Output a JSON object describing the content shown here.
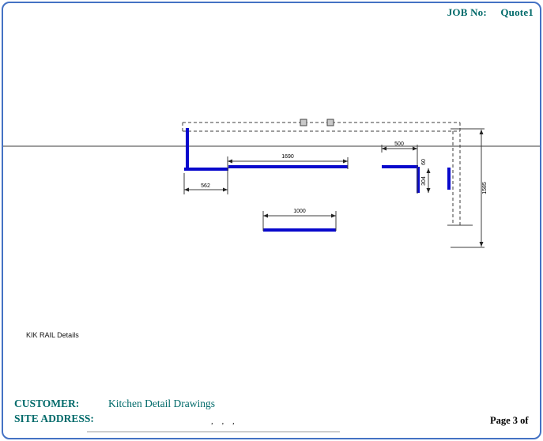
{
  "theme": {
    "border": "#4472c4",
    "teal": "#006a6a",
    "rail": "#0808cc",
    "line": "#3c3c3c"
  },
  "header": {
    "job_label": "JOB No:",
    "job_value": "Quote1"
  },
  "drawing": {
    "title": "KIK RAIL Details",
    "dims": {
      "d562": "562",
      "d1690": "1690",
      "d1000": "1000",
      "d500": "500",
      "d304": "304",
      "d60": "60",
      "d1585": "1585"
    }
  },
  "footer": {
    "customer_label": "CUSTOMER:",
    "customer_value": "Kitchen Detail Drawings",
    "site_label": "SITE ADDRESS:",
    "site_value": ", , ,",
    "page_label": "Page 3 of"
  }
}
